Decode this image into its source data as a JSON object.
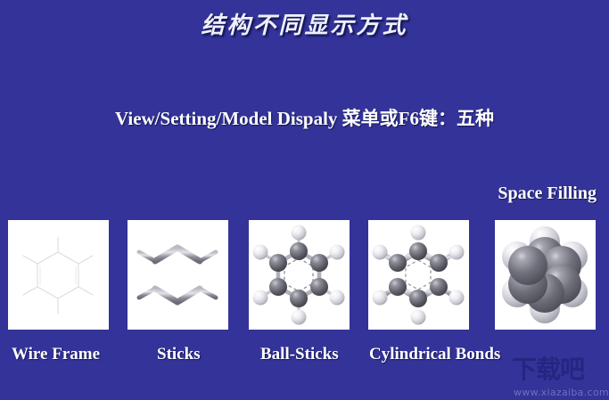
{
  "slide": {
    "background_color": "#333399",
    "title": "结构不同显示方式",
    "subtitle": "View/Setting/Model Dispaly 菜单或F6键：五种",
    "space_filling_label": "Space Filling"
  },
  "models": [
    {
      "key": "wire",
      "caption": "Wire Frame",
      "style": "wire-frame",
      "panel_bg": "#ffffff",
      "bond_color": "#d8d8de",
      "description": "benzene drawn as thin faint lines"
    },
    {
      "key": "sticks",
      "caption": "Sticks",
      "style": "sticks",
      "panel_bg": "#ffffff",
      "bond_color": "#8a8a96",
      "description": "benzene drawn as thick gray cylinders, no atom spheres"
    },
    {
      "key": "ballstick",
      "caption": "Ball-Sticks",
      "style": "ball-and-stick",
      "panel_bg": "#ffffff",
      "carbon_color": "#5a5a64",
      "hydrogen_color": "#e8e8ee",
      "bond_color": "#b4b4bc",
      "description": "small carbon and hydrogen spheres with thin bonds and dashed aromatic ring"
    },
    {
      "key": "cylbonds",
      "caption": "Cylindrical Bonds",
      "style": "cylindrical-bonds",
      "panel_bg": "#ffffff",
      "carbon_color": "#5a5a64",
      "hydrogen_color": "#e8e8ee",
      "bond_color": "#c2c2ca",
      "description": "spheres joined by thicker cylindrical bonds with dashed aromatic ring"
    },
    {
      "key": "spacefill",
      "caption": "Space Filling",
      "style": "space-filling",
      "panel_bg": "#ffffff",
      "carbon_color": "#6a6a76",
      "hydrogen_color": "#dcdce4",
      "description": "large overlapping van der Waals spheres"
    }
  ],
  "watermark": {
    "logo_text": "下载吧",
    "url": "www.xiazaiba.com"
  }
}
